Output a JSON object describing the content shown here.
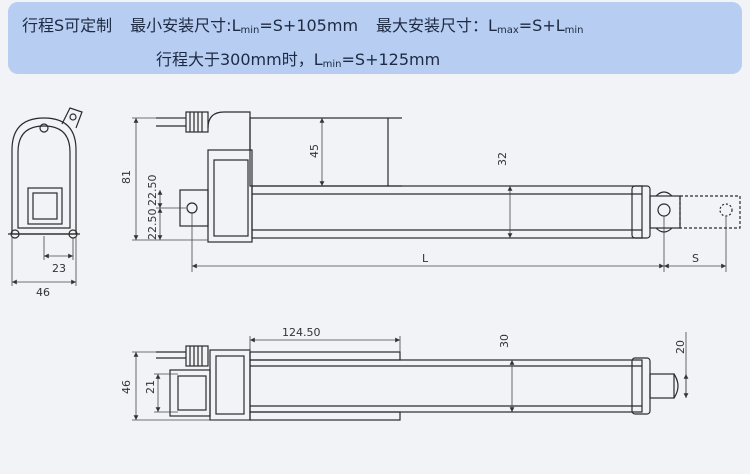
{
  "banner": {
    "stroke_custom": "行程S可定制",
    "min_install_prefix": "最小安装尺寸:L",
    "min_sub": "min",
    "min_install_value": "=S+105mm",
    "max_install_prefix": "最大安装尺寸：L",
    "max_sub": "max",
    "max_install_mid": "=S+L",
    "max_sub2": "min",
    "over300_prefix": "行程大于300mm时，L",
    "over300_sub": "min",
    "over300_value": "=S+125mm"
  },
  "dimensions": {
    "d81": "81",
    "d45": "45",
    "d32": "32",
    "d2250a": "22.50",
    "d2250b": "22.50",
    "d23": "23",
    "d46_front": "46",
    "dL": "L",
    "dS": "S",
    "d12450": "124.50",
    "d30": "30",
    "d20": "20",
    "d46_bottom": "46",
    "d21": "21"
  },
  "colors": {
    "banner": "#b7cdf1",
    "background": "#f1f3f7",
    "stroke": "#2b2b2b"
  }
}
